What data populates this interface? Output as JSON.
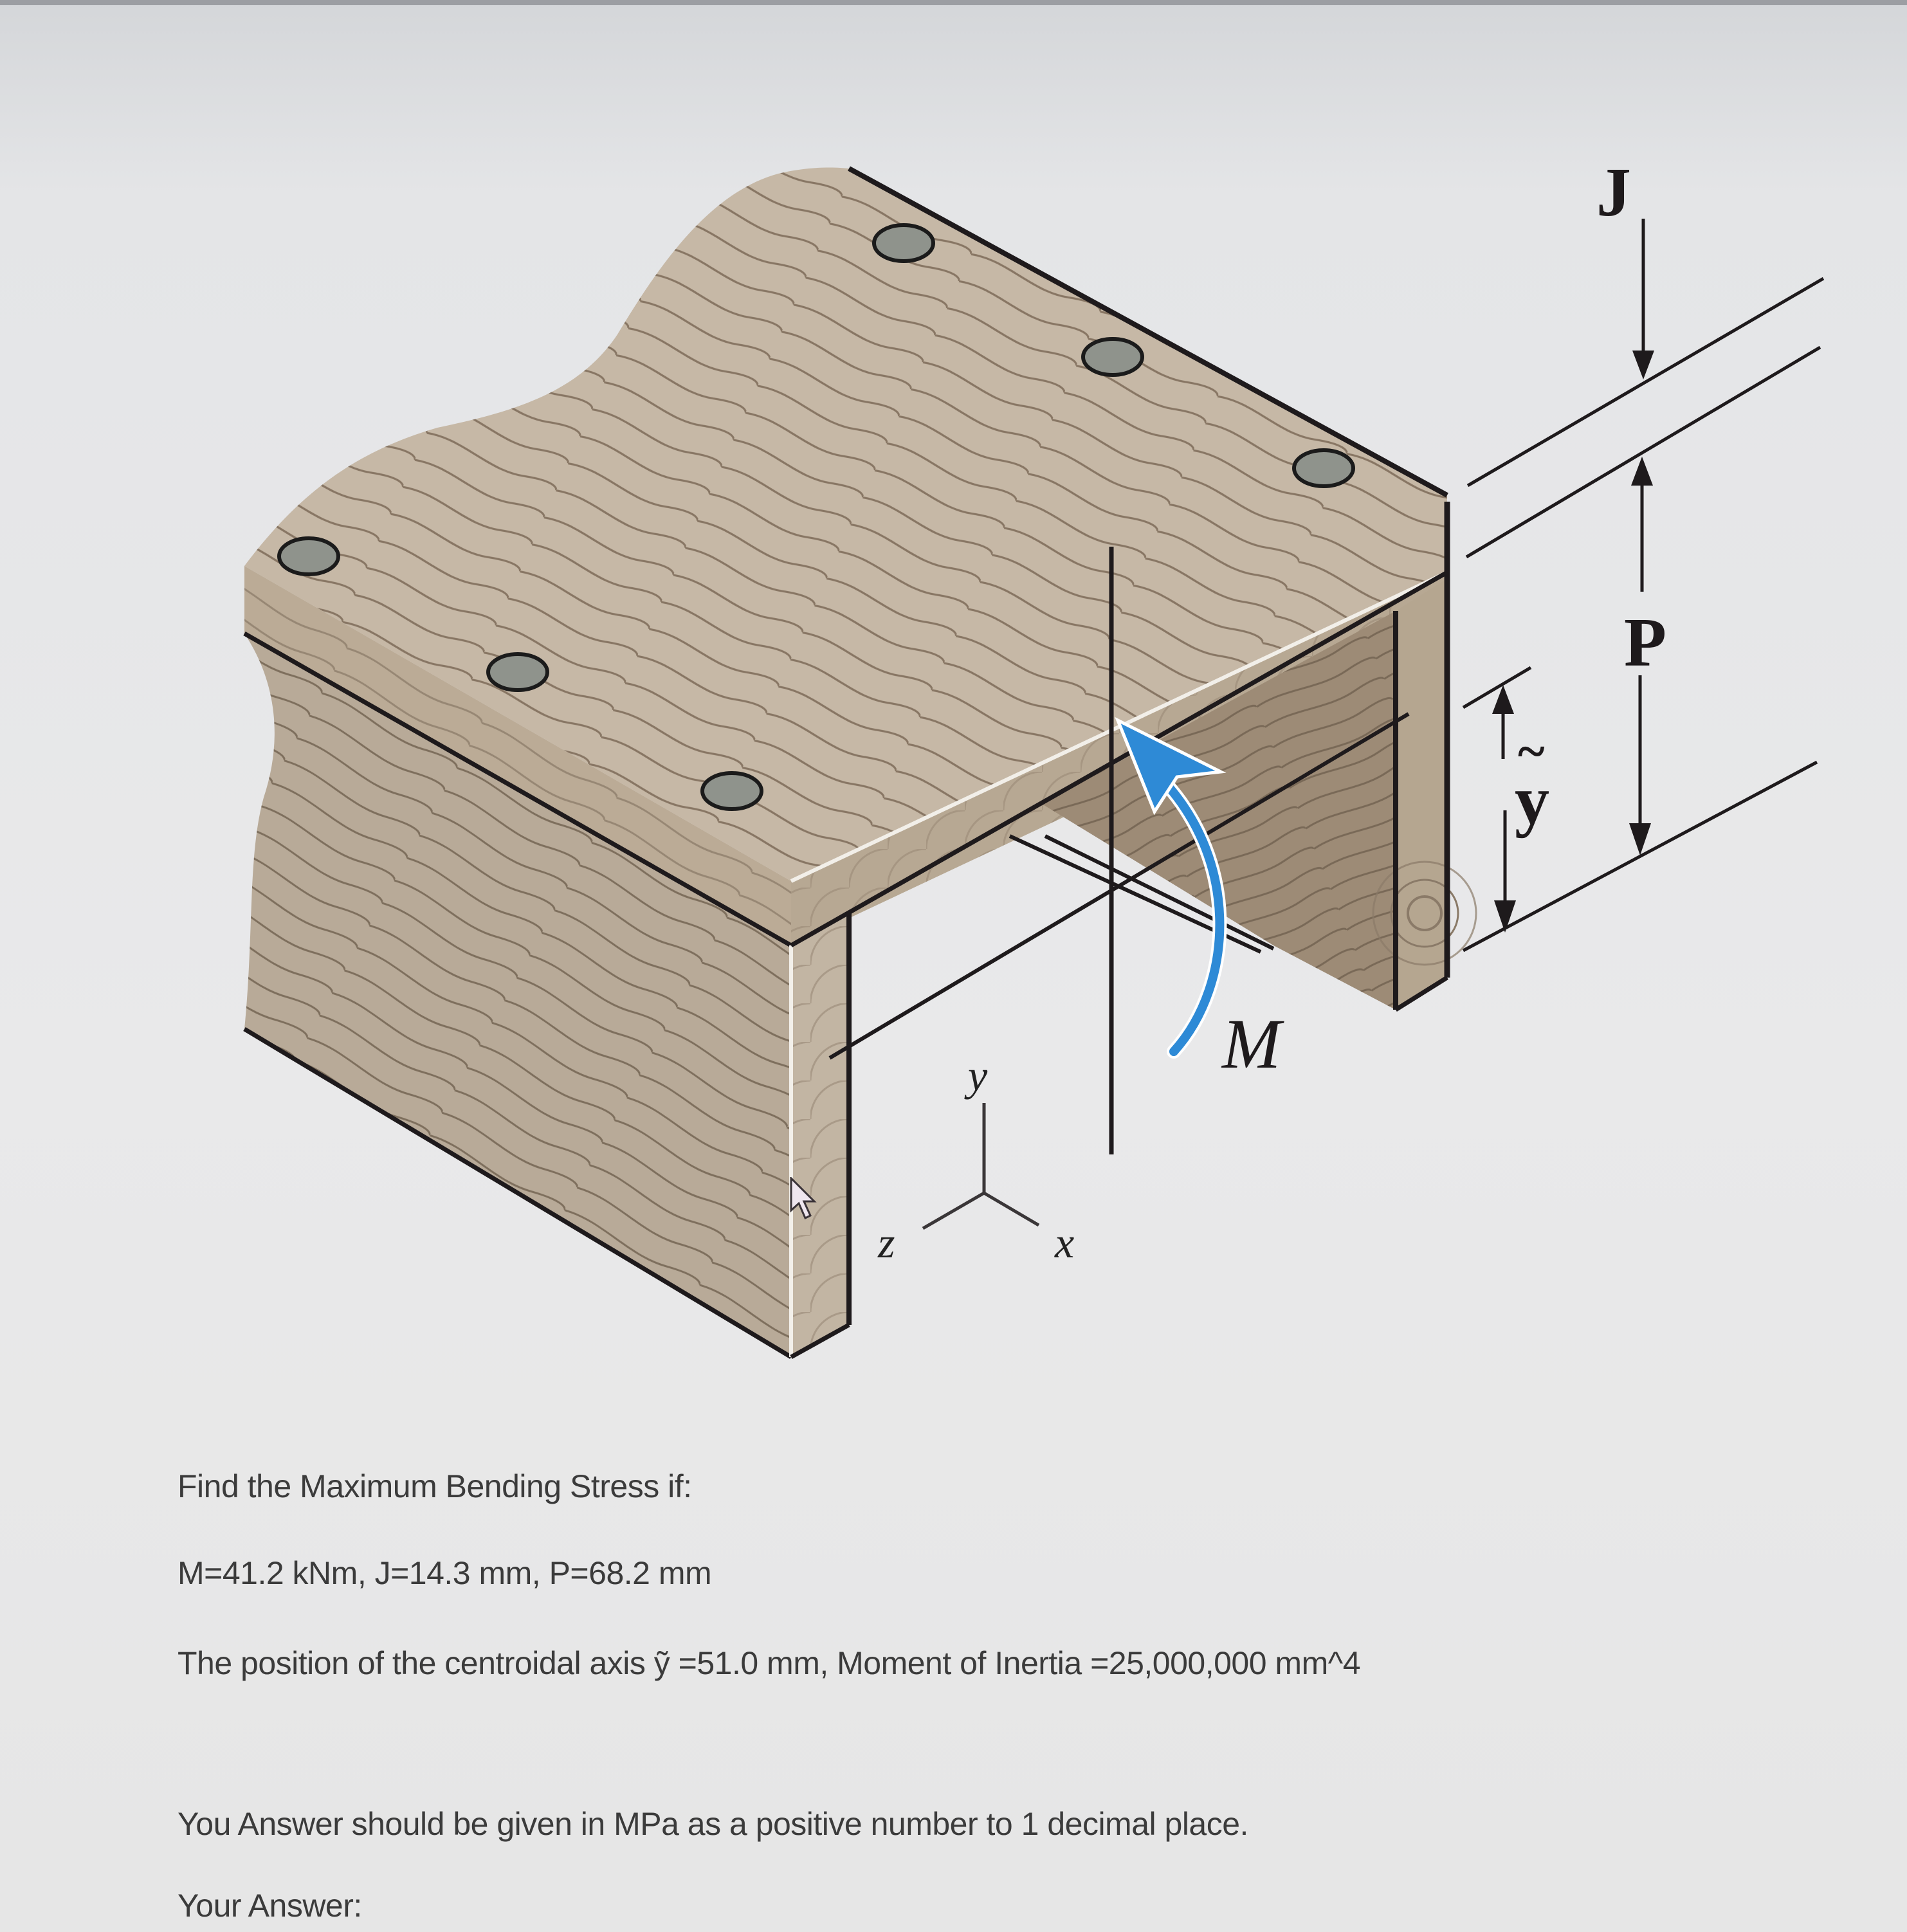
{
  "diagram": {
    "labels": {
      "J": "J",
      "P": "P",
      "y_tilde": "y",
      "y_tilde_accent": "~",
      "moment": "M",
      "axis_y": "y",
      "axis_x": "x",
      "axis_z": "z"
    },
    "colors": {
      "wood_light": "#c9bcaa",
      "wood_mid": "#b3a490",
      "wood_dark": "#8f7e6a",
      "grain": "#7d6b58",
      "moment_arrow": "#2e8ad6",
      "line": "#1e1a1c",
      "bolt": "#8d918a"
    }
  },
  "question": {
    "title": "Find the Maximum Bending Stress if:",
    "parameters": "M=41.2 kNm, J=14.3 mm, P=68.2 mm",
    "centroid_line": "The position of the centroidal axis ỹ =51.0 mm, Moment of Inertia =25,000,000 mm^4",
    "units_note": "You Answer should be given in MPa as a positive number to 1 decimal place.",
    "answer_label": "Your Answer:",
    "answer_value": ""
  }
}
